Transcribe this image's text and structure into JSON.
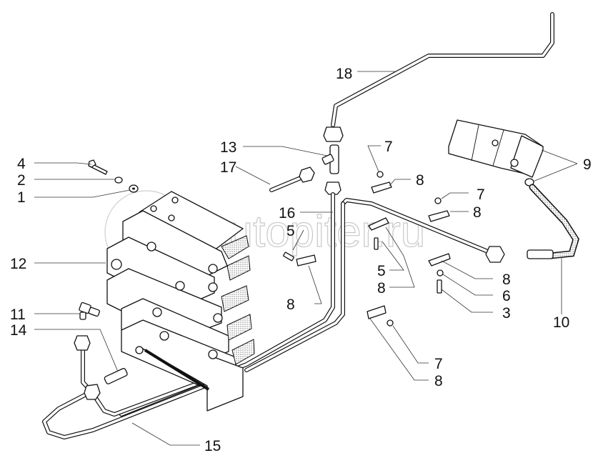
{
  "diagram": {
    "title": "Hydraulic distributor assembly with pump and lines (exploded view)",
    "watermark": "autopiter.ru",
    "callouts": [
      {
        "id": "c4",
        "label": "4",
        "part": "bolt"
      },
      {
        "id": "c2",
        "label": "2",
        "part": "nut"
      },
      {
        "id": "c1",
        "label": "1",
        "part": "washer"
      },
      {
        "id": "c12",
        "label": "12",
        "part": "valve-block-distributor"
      },
      {
        "id": "c11",
        "label": "11",
        "part": "elbow-fitting"
      },
      {
        "id": "c14",
        "label": "14",
        "part": "adapter-fitting"
      },
      {
        "id": "c15",
        "label": "15",
        "part": "pipe"
      },
      {
        "id": "c13",
        "label": "13",
        "part": "tee-fitting"
      },
      {
        "id": "c17",
        "label": "17",
        "part": "pipe"
      },
      {
        "id": "c18",
        "label": "18",
        "part": "pipe"
      },
      {
        "id": "c16",
        "label": "16",
        "part": "pipe"
      },
      {
        "id": "c5a",
        "label": "5",
        "part": "bolt"
      },
      {
        "id": "c8a",
        "label": "8",
        "part": "clamp"
      },
      {
        "id": "c7a",
        "label": "7",
        "part": "nut"
      },
      {
        "id": "c8b",
        "label": "8",
        "part": "clamp"
      },
      {
        "id": "c7b",
        "label": "7",
        "part": "nut"
      },
      {
        "id": "c8c",
        "label": "8",
        "part": "clamp"
      },
      {
        "id": "c5b",
        "label": "5",
        "part": "bolt"
      },
      {
        "id": "c8d",
        "label": "8",
        "part": "clamp"
      },
      {
        "id": "c8e",
        "label": "8",
        "part": "clamp"
      },
      {
        "id": "c6",
        "label": "6",
        "part": "washer"
      },
      {
        "id": "c3",
        "label": "3",
        "part": "bolt"
      },
      {
        "id": "c7c",
        "label": "7",
        "part": "nut"
      },
      {
        "id": "c8f",
        "label": "8",
        "part": "clamp"
      },
      {
        "id": "c9",
        "label": "9",
        "part": "hydraulic-pump-and-fitting"
      },
      {
        "id": "c10",
        "label": "10",
        "part": "hose"
      }
    ]
  }
}
